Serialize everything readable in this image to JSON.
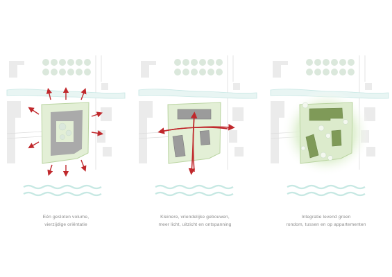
{
  "panels": [
    {
      "id": "closed-volume",
      "caption": [
        "Eén gesloten volume,",
        "vierzijdige oriëntatie"
      ]
    },
    {
      "id": "smaller-buildings",
      "caption": [
        "Kleinere, vriendelijke gebouwen,",
        "meer licht, uitzicht en ontspanning"
      ]
    },
    {
      "id": "integration",
      "caption": [
        "Integratie levend groen",
        "rondom, tussen en op appartementen"
      ]
    }
  ],
  "colors": {
    "site_green": "#e3efd6",
    "site_outline": "#b9d4a0",
    "building_grey": "#aaaaaa",
    "building_dark_grey": "#9b9b9b",
    "context_building": "#ebebeb",
    "tree": "#dbe8dc",
    "river": "#c7e7e4",
    "water_wave": "#c6e8e3",
    "arrow_red": "#c0282c",
    "green_building": "#7f9a58",
    "green_glow": "#d6ecc4",
    "road_line": "#dcdcdc"
  },
  "icons": [
    "outward-arrow-icon",
    "cross-arrow-icon",
    "tree-icon",
    "wave-icon"
  ]
}
